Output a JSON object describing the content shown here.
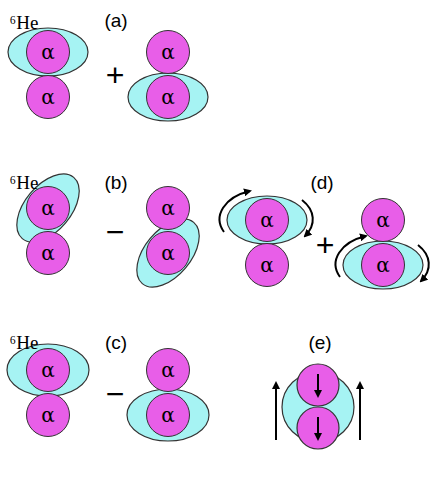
{
  "diagram": {
    "nodes": [
      {
        "text": [
          "α"
        ]
      },
      {
        "text": [
          "α"
        ]
      },
      {
        "text": [
          "α"
        ]
      },
      {
        "text": [
          "α"
        ]
      },
      {
        "text": [
          "α"
        ]
      },
      {
        "text": [
          "α"
        ]
      },
      {
        "text": [
          "α"
        ]
      },
      {
        "text": [
          "α"
        ]
      },
      {
        "text": [
          "α"
        ]
      },
      {
        "text": [
          "α"
        ]
      },
      {
        "text": [
          "α"
        ]
      },
      {
        "text": [
          "α"
        ]
      },
      {
        "text": [
          "α"
        ]
      },
      {
        "text": [
          "α"
        ]
      },
      {
        "text": [
          "α"
        ]
      },
      {
        "text": [
          "α"
        ]
      }
    ],
    "labels": [
      "⁶He",
      "(a)",
      "+",
      "⁶He",
      "(b)",
      "−",
      "(d)",
      "+",
      "⁶He",
      "(c)",
      "−",
      "(e)"
    ]
  }
}
